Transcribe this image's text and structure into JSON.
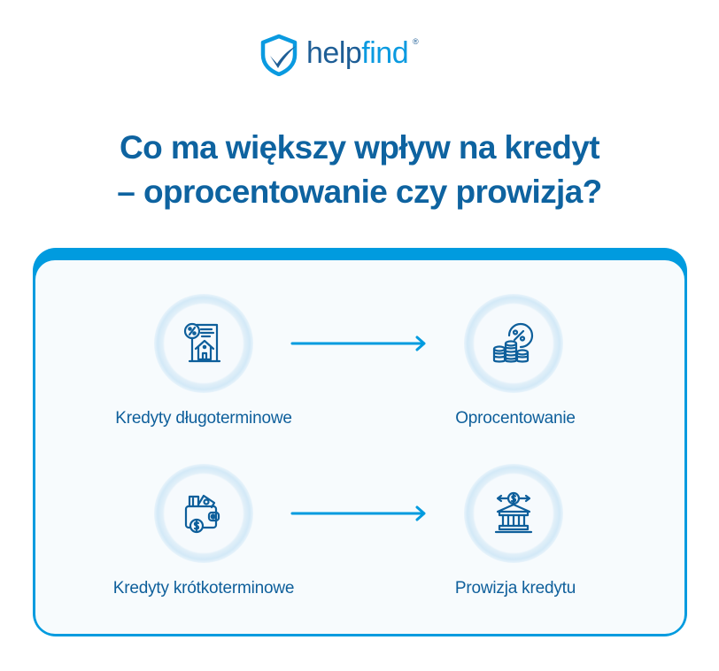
{
  "brand": {
    "name_part1": "help",
    "name_part2": "find",
    "registered_mark": "®",
    "colors": {
      "dark_blue": "#1e5e96",
      "light_blue": "#0a9ae0"
    }
  },
  "title": {
    "line1": "Co ma większy wpływ na kredyt",
    "line2": "– oprocentowanie czy prowizja?"
  },
  "diagram": {
    "accent_color": "#009bdf",
    "icon_color": "#0e5f9b",
    "rows": [
      {
        "from": {
          "label": "Kredyty długoterminowe",
          "icon": "mortgage-document-icon"
        },
        "to": {
          "label": "Oprocentowanie",
          "icon": "coins-percent-icon"
        }
      },
      {
        "from": {
          "label": "Kredyty krótkoterminowe",
          "icon": "wallet-money-icon"
        },
        "to": {
          "label": "Prowizja kredytu",
          "icon": "bank-dollar-icon"
        }
      }
    ]
  }
}
